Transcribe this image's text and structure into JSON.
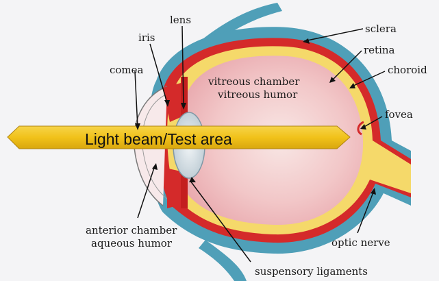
{
  "beam": {
    "label": "Light beam/Test area"
  },
  "labels": {
    "lens": "lens",
    "iris": "iris",
    "cornea": "comea",
    "sclera": "sclera",
    "retina": "retina",
    "choroid": "choroid",
    "fovea": "fovea",
    "vitreous_chamber": "vitreous chamber",
    "vitreous_humor": "vitreous humor",
    "anterior_chamber": "anterior chamber",
    "aqueous_humor": "aqueous humor",
    "optic_nerve": "optic nerve",
    "suspensory_ligaments": "suspensory ligaments"
  },
  "colors": {
    "sclera": "#4f9fb8",
    "choroid": "#d42a2a",
    "retina": "#f5d96a",
    "vitreous": "#f2c3c5",
    "beam": "#f2c31b",
    "lens": "#d9e4ea",
    "background": "#f4f4f6"
  }
}
